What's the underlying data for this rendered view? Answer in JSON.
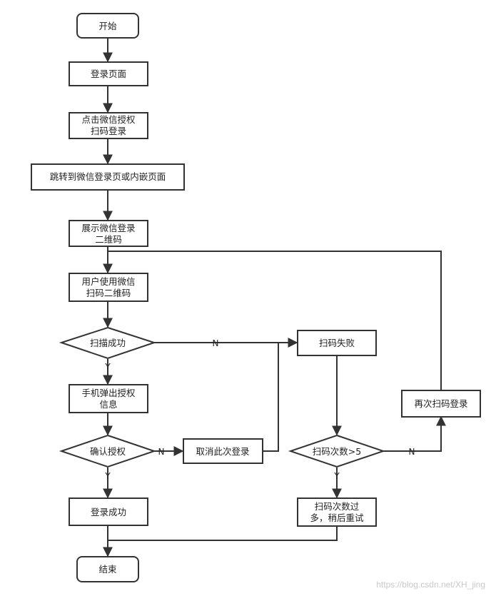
{
  "nodes": {
    "start": "开始",
    "login_page": [
      "登录页面"
    ],
    "click_wechat": [
      "点击微信授权",
      "扫码登录"
    ],
    "jump": [
      "跳转到微信登录页或内嵌页面"
    ],
    "show_qr": [
      "展示微信登录",
      "二维码"
    ],
    "user_scan": [
      "用户使用微信",
      "扫码二维码"
    ],
    "scan_ok": "扫描成功",
    "phone_auth": [
      "手机弹出授权",
      "信息"
    ],
    "confirm": "确认授权",
    "cancel": [
      "取消此次登录"
    ],
    "login_ok": [
      "登录成功"
    ],
    "end": "结束",
    "scan_fail": [
      "扫码失败"
    ],
    "count_check": "扫码次数>5",
    "too_many": [
      "扫码次数过",
      "多，稍后重试"
    ],
    "rescan": [
      "再次扫码登录"
    ]
  },
  "edge_labels": {
    "yes": "Y",
    "no": "N"
  },
  "watermark": "https://blog.csdn.net/XH_jing",
  "colors": {
    "stroke": "#333333",
    "fill": "#ffffff"
  }
}
